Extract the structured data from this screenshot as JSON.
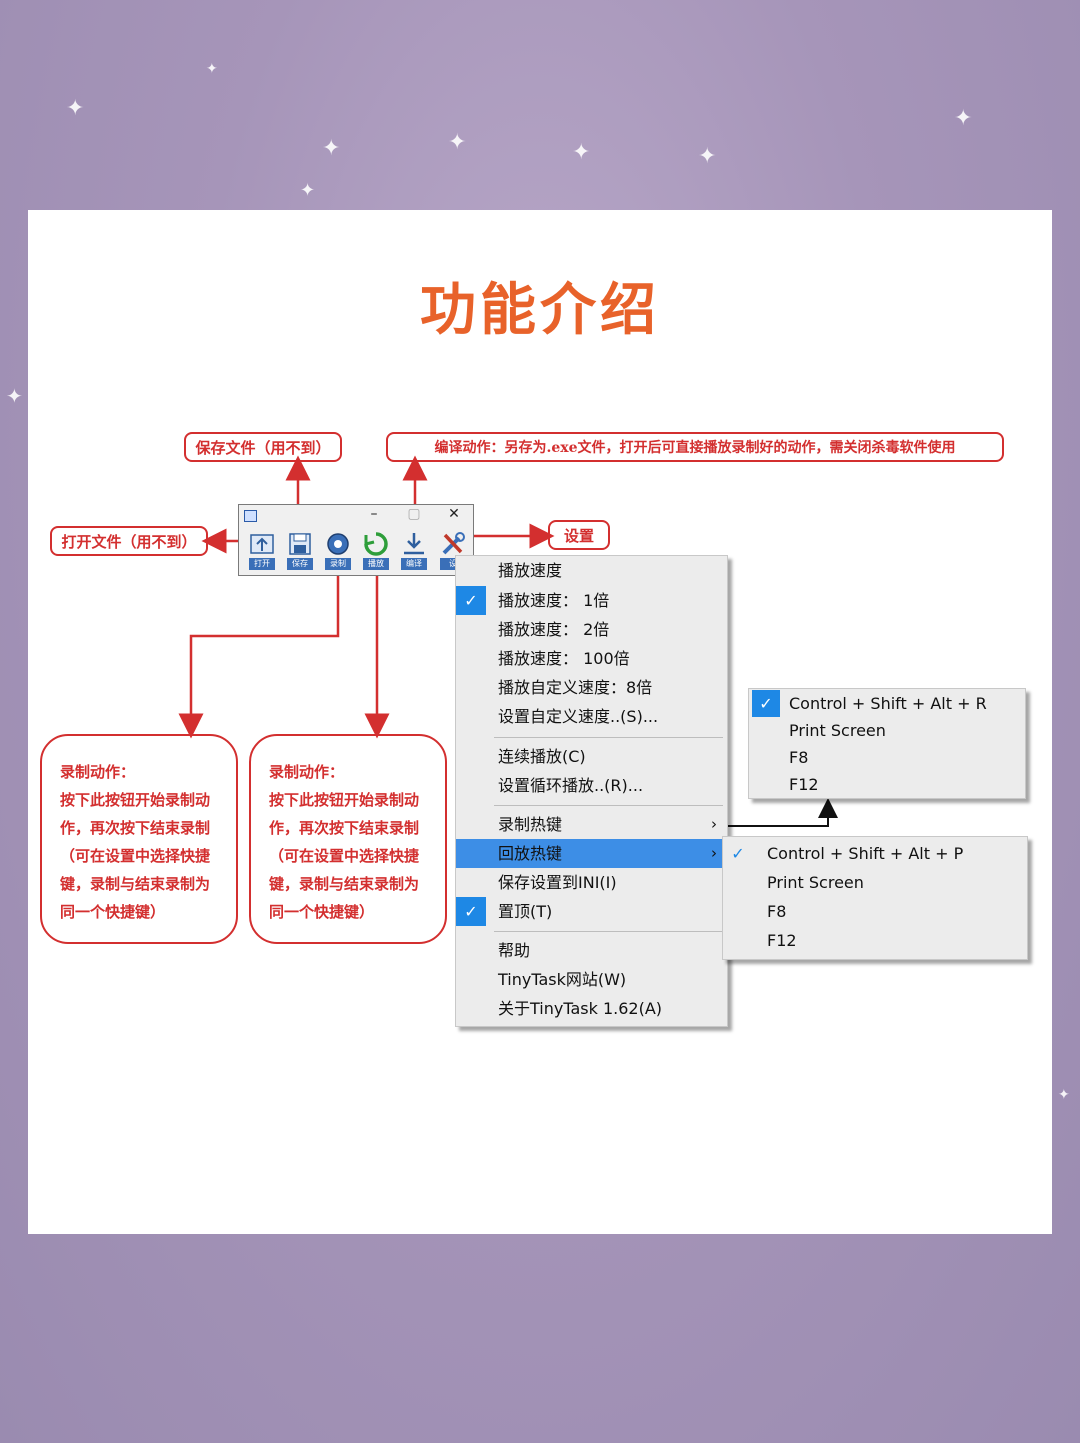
{
  "page": {
    "title": "功能介绍"
  },
  "labels": {
    "save_file": "保存文件（用不到）",
    "compile": "编译动作：另存为.exe文件，打开后可直接播放录制好的动作，需关闭杀毒软件使用",
    "open_file": "打开文件（用不到）",
    "settings": "设置"
  },
  "callouts": [
    {
      "lines": [
        "录制动作：",
        "按下此按钮开始录制动",
        "作，再次按下结束录制",
        "（可在设置中选择快捷",
        "键，录制与结束录制为",
        "同一个快捷键）"
      ]
    },
    {
      "lines": [
        "录制动作：",
        "按下此按钮开始录制动",
        "作，再次按下结束录制",
        "（可在设置中选择快捷",
        "键，录制与结束录制为",
        "同一个快捷键）"
      ]
    }
  ],
  "toolbar": {
    "minimize": "–",
    "maximize": "▢",
    "close": "✕",
    "buttons": [
      {
        "caption": "打开",
        "icon": "open-icon"
      },
      {
        "caption": "保存",
        "icon": "save-icon"
      },
      {
        "caption": "录制",
        "icon": "record-icon"
      },
      {
        "caption": "播放",
        "icon": "play-icon"
      },
      {
        "caption": "编译",
        "icon": "compile-icon"
      },
      {
        "caption": "设",
        "icon": "settings-icon"
      }
    ]
  },
  "menu": {
    "items": [
      {
        "label": "播放速度",
        "checked": false
      },
      {
        "label": "播放速度：  1倍",
        "checked": true
      },
      {
        "label": "播放速度：  2倍",
        "checked": false
      },
      {
        "label": "播放速度：  100倍",
        "checked": false
      },
      {
        "label": "播放自定义速度：8倍",
        "checked": false
      },
      {
        "label": "设置自定义速度..(S)...",
        "checked": false
      },
      {
        "label": "连续播放(C)",
        "checked": false
      },
      {
        "label": "设置循环播放..(R)...",
        "checked": false
      },
      {
        "label": "录制热键",
        "checked": false,
        "submenu": true
      },
      {
        "label": "回放热键",
        "checked": false,
        "submenu": true,
        "highlighted": true
      },
      {
        "label": "保存设置到INI(I)",
        "checked": false
      },
      {
        "label": "置顶(T)",
        "checked": true
      },
      {
        "label": "帮助",
        "checked": false
      },
      {
        "label": "TinyTask网站(W)",
        "checked": false
      },
      {
        "label": "关于TinyTask 1.62(A)",
        "checked": false
      }
    ],
    "check_glyph": "✓",
    "submenu_glyph": "›"
  },
  "record_hotkeys": {
    "items": [
      {
        "label": "Control + Shift + Alt + R",
        "checked": true
      },
      {
        "label": "Print Screen",
        "checked": false
      },
      {
        "label": "F8",
        "checked": false
      },
      {
        "label": "F12",
        "checked": false
      }
    ]
  },
  "playback_hotkeys": {
    "items": [
      {
        "label": "Control + Shift + Alt + P",
        "checked": true
      },
      {
        "label": "Print Screen",
        "checked": false
      },
      {
        "label": "F8",
        "checked": false
      },
      {
        "label": "F12",
        "checked": false
      }
    ]
  },
  "colors": {
    "title": "#e8622a",
    "annotation_red": "#d32f2f",
    "menu_highlight": "#3d8ee6",
    "check_blue": "#1e88e5"
  }
}
